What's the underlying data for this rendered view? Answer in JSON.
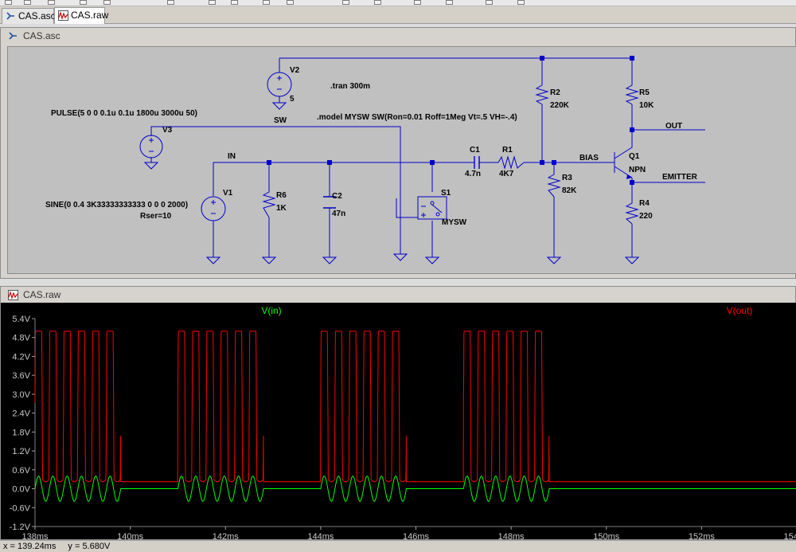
{
  "tabs": [
    {
      "label": "CAS.asc",
      "active": false,
      "icon": "schematic-icon"
    },
    {
      "label": "CAS.raw",
      "active": true,
      "icon": "waveform-icon"
    }
  ],
  "schematic_window": {
    "title": "CAS.asc",
    "labels": {
      "v2_name": "V2",
      "v2_value": "5",
      "tran": ".tran 300m",
      "model": ".model MYSW SW(Ron=0.01 Roff=1Meg Vt=.5 VH=-.4)",
      "pulse": "PULSE(5 0 0 0.1u 0.1u 1800u 3000u 50)",
      "v3_name": "V3",
      "sw_net": "SW",
      "in_net": "IN",
      "c1_name": "C1",
      "c1_value": "4.7n",
      "r1_name": "R1",
      "r1_value": "4K7",
      "r2_name": "R2",
      "r2_value": "220K",
      "r3_name": "R3",
      "r3_value": "82K",
      "r5_name": "R5",
      "r5_value": "10K",
      "r4_name": "R4",
      "r4_value": "220",
      "q1_name": "Q1",
      "q1_value": "NPN",
      "bias_net": "BIAS",
      "out_net": "OUT",
      "emitter_net": "EMITTER",
      "sine": "SINE(0 0.4 3K33333333333 0 0 0 2000)",
      "rser": "Rser=10",
      "v1_name": "V1",
      "r6_name": "R6",
      "r6_value": "1K",
      "c2_name": "C2",
      "c2_value": "47n",
      "s1_name": "S1",
      "s1_value": "MYSW"
    }
  },
  "plot_window": {
    "title": "CAS.raw"
  },
  "chart_data": {
    "type": "line",
    "series": [
      {
        "name": "V(in)",
        "color": "#00ff00"
      },
      {
        "name": "V(out)",
        "color": "#ff0000"
      }
    ],
    "ytick_labels": [
      "5.4V",
      "4.8V",
      "4.2V",
      "3.6V",
      "3.0V",
      "2.4V",
      "1.8V",
      "1.2V",
      "0.6V",
      "0.0V",
      "-0.6V",
      "-1.2V"
    ],
    "ytick_values": [
      5.4,
      4.8,
      4.2,
      3.6,
      3.0,
      2.4,
      1.8,
      1.2,
      0.6,
      0.0,
      -0.6,
      -1.2
    ],
    "xtick_labels": [
      "138ms",
      "140ms",
      "142ms",
      "144ms",
      "146ms",
      "148ms",
      "150ms",
      "152ms",
      "154ms"
    ],
    "xtick_values": [
      138,
      140,
      142,
      144,
      146,
      148,
      150,
      152,
      154
    ],
    "xlim": [
      138,
      154
    ],
    "ylim": [
      -1.2,
      5.4
    ],
    "burst_starts_ms": [
      138.0,
      141.0,
      144.0,
      147.0
    ],
    "burst_duration_ms": 1.8,
    "vin_amplitude": 0.4,
    "vin_frequency_khz": 3.33333333333,
    "vout_high": 5.0,
    "vout_low": 0.22,
    "grid": false,
    "legend_placement": "top"
  },
  "status_bar": {
    "x_readout": "x = 139.24ms",
    "y_readout": "y = 5.680V"
  }
}
